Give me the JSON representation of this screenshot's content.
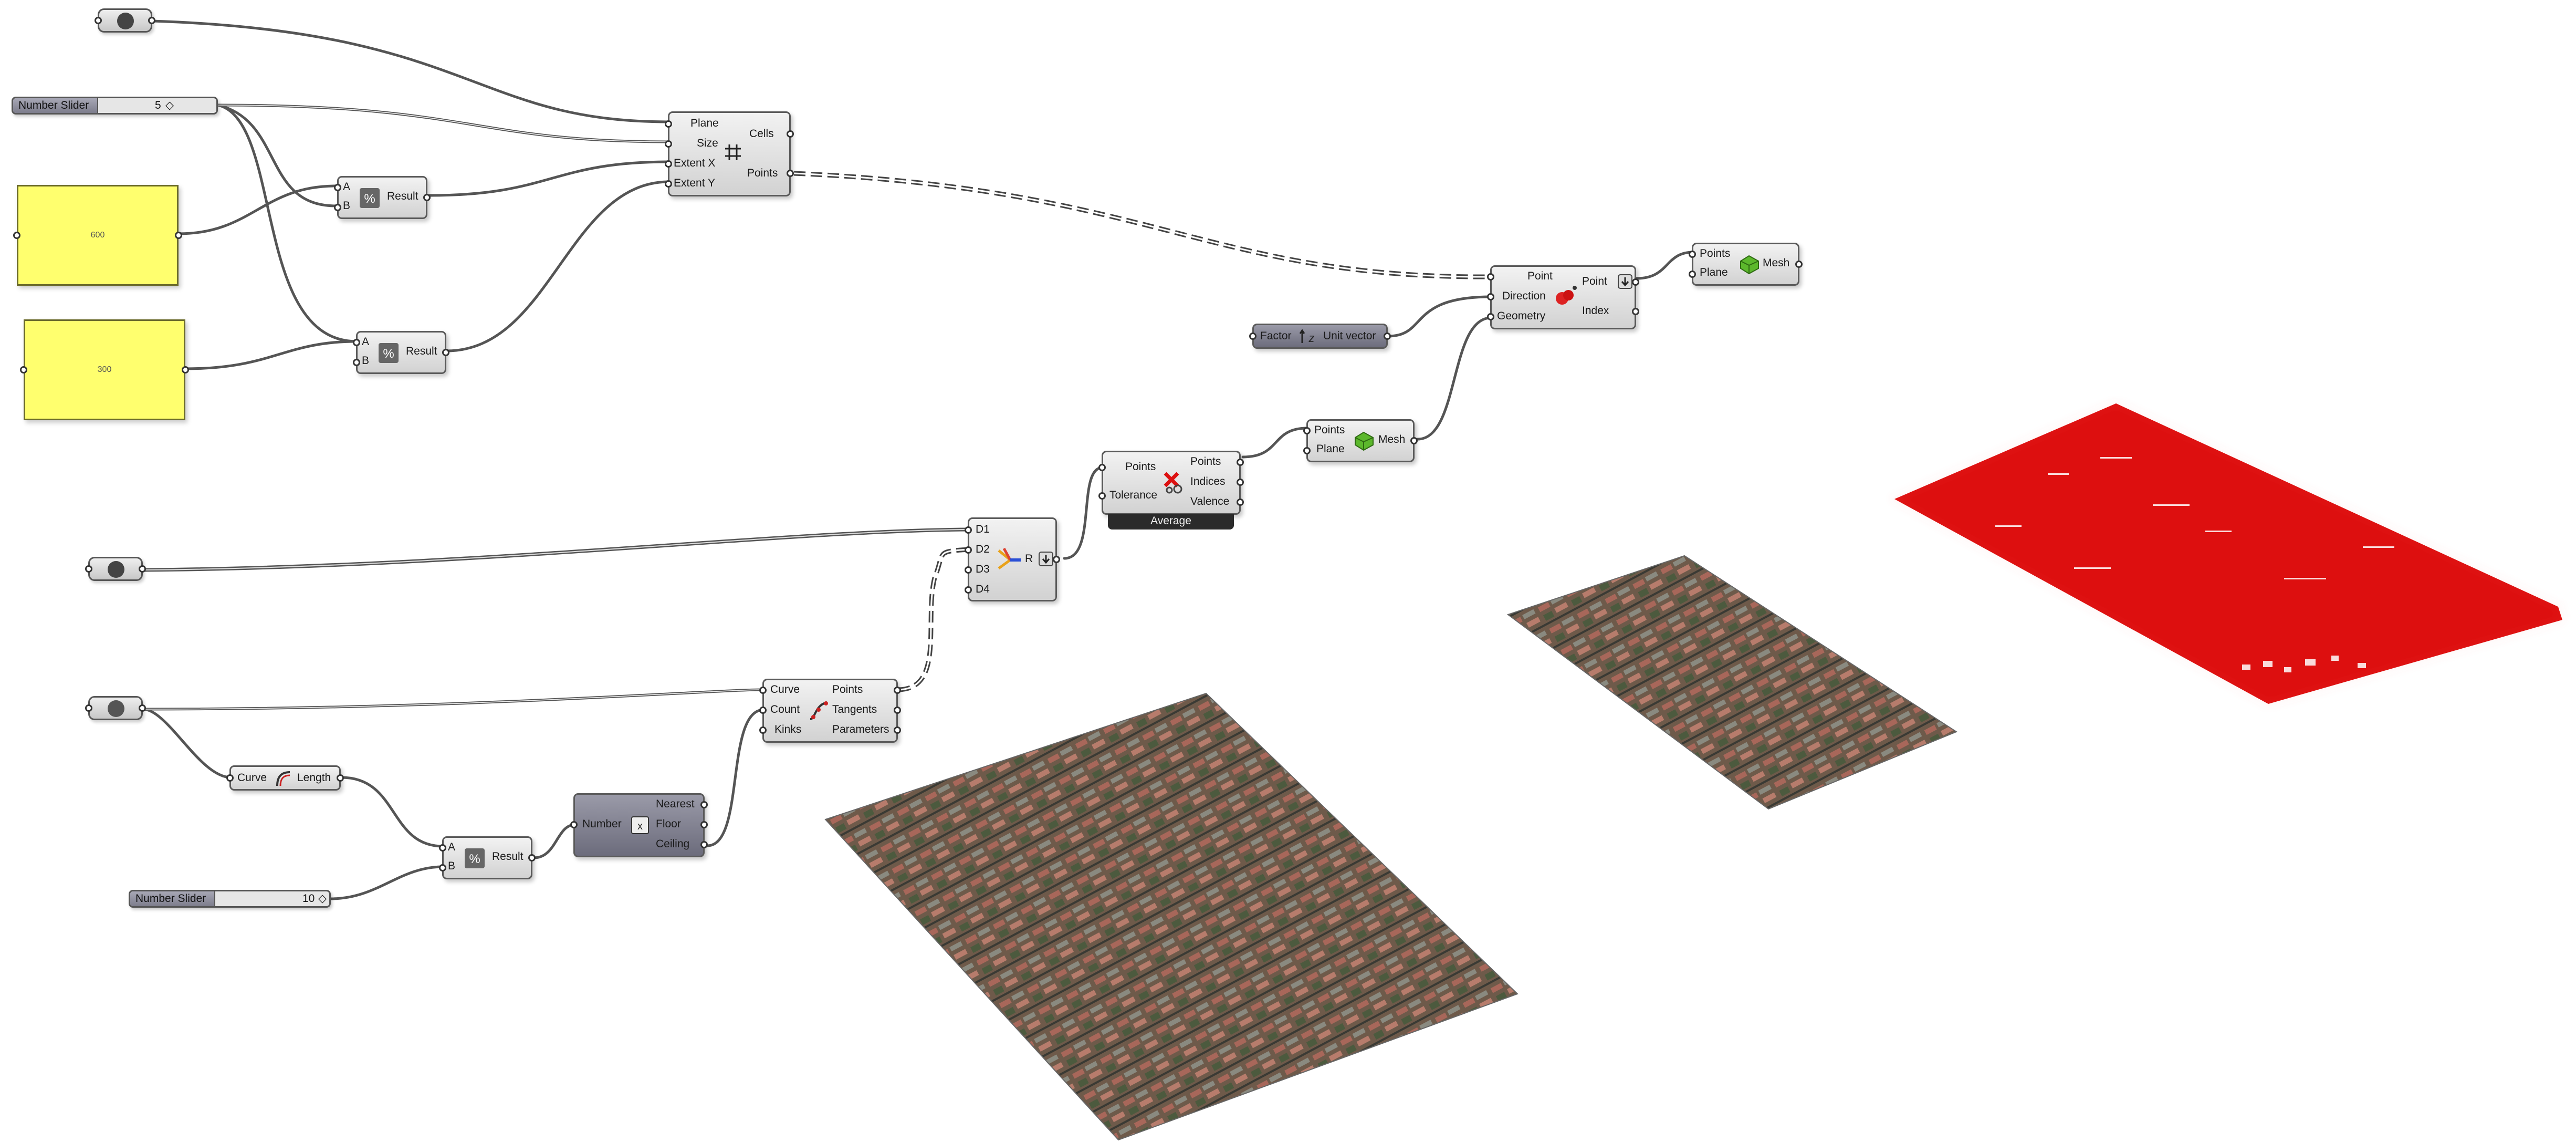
{
  "components": {
    "square_grid": {
      "inputs": [
        "Plane",
        "Size",
        "Extent X",
        "Extent Y"
      ],
      "outputs": [
        "Cells",
        "Points"
      ]
    },
    "division_1": {
      "inputs": [
        "A",
        "B"
      ],
      "output": "Result"
    },
    "division_2": {
      "inputs": [
        "A",
        "B"
      ],
      "output": "Result"
    },
    "project_point": {
      "inputs": [
        "Point",
        "Direction",
        "Geometry"
      ],
      "outputs": [
        "Point",
        "Index"
      ]
    },
    "delaunay_mesh_top": {
      "inputs": [
        "Points",
        "Plane"
      ],
      "output": "Mesh"
    },
    "unit_z": {
      "input": "Factor",
      "output": "Unit vector"
    },
    "delaunay_mesh_mid": {
      "inputs": [
        "Points",
        "Plane"
      ],
      "output": "Mesh"
    },
    "cull_duplicates": {
      "inputs": [
        "Points",
        "Tolerance"
      ],
      "outputs": [
        "Points",
        "Indices",
        "Valence"
      ],
      "mode": "Average"
    },
    "merge": {
      "inputs": [
        "D1",
        "D2",
        "D3",
        "D4"
      ],
      "output": "R"
    },
    "divide_curve": {
      "inputs": [
        "Curve",
        "Count",
        "Kinks"
      ],
      "outputs": [
        "Points",
        "Tangents",
        "Parameters"
      ]
    },
    "curve_length": {
      "input": "Curve",
      "output": "Length"
    },
    "division_3": {
      "inputs": [
        "A",
        "B"
      ],
      "output": "Result"
    },
    "round": {
      "input": "Number",
      "outputs": [
        "Nearest",
        "Floor",
        "Ceiling"
      ]
    }
  },
  "sliders": [
    {
      "label": "Number Slider",
      "value": "5"
    },
    {
      "label": "Number Slider",
      "value": "10"
    }
  ],
  "panels": [
    {
      "text": "600"
    },
    {
      "text": "300"
    }
  ],
  "colors": {
    "canvas": "#ffffff",
    "component_light": "#e2e2e2",
    "component_dark": "#7d7d8c",
    "panel": "#ffff6e",
    "wire": "#555555",
    "mesh_red": "#dd0f0f"
  },
  "icons": [
    "close-icon",
    "curve-param-icon",
    "grid-icon",
    "division-icon",
    "project-point-icon",
    "mesh-icon",
    "vector-z-icon",
    "cull-points-icon",
    "merge-icon",
    "divide-curve-icon",
    "length-icon",
    "round-icon"
  ]
}
